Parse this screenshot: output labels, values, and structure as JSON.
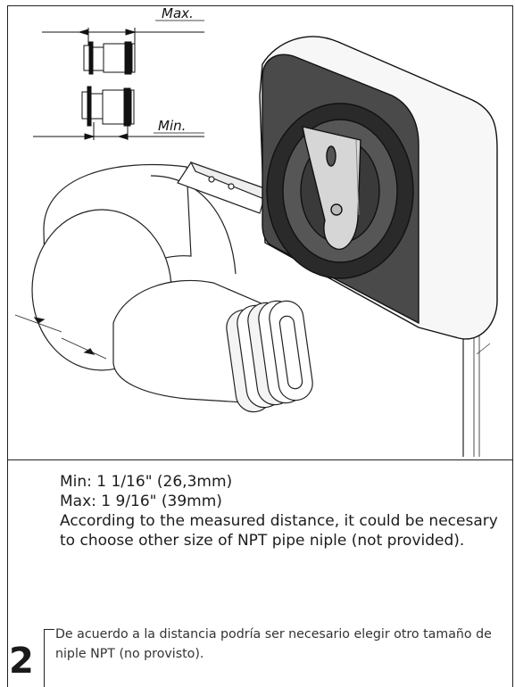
{
  "diagram": {
    "max_label": "Max.",
    "min_label": "Min."
  },
  "instructions": {
    "min_line": "Min:  1 1/16\" (26,3mm)",
    "max_line": "Max: 1 9/16\" (39mm)",
    "note_en": "According to the measured distance, it could be necesary to choose other size of NPT pipe niple (not provided).",
    "note_es": "De acuerdo a la distancia podría ser necesario elegir otro tamaño de niple NPT (no provisto)."
  },
  "step": {
    "number": "2"
  }
}
